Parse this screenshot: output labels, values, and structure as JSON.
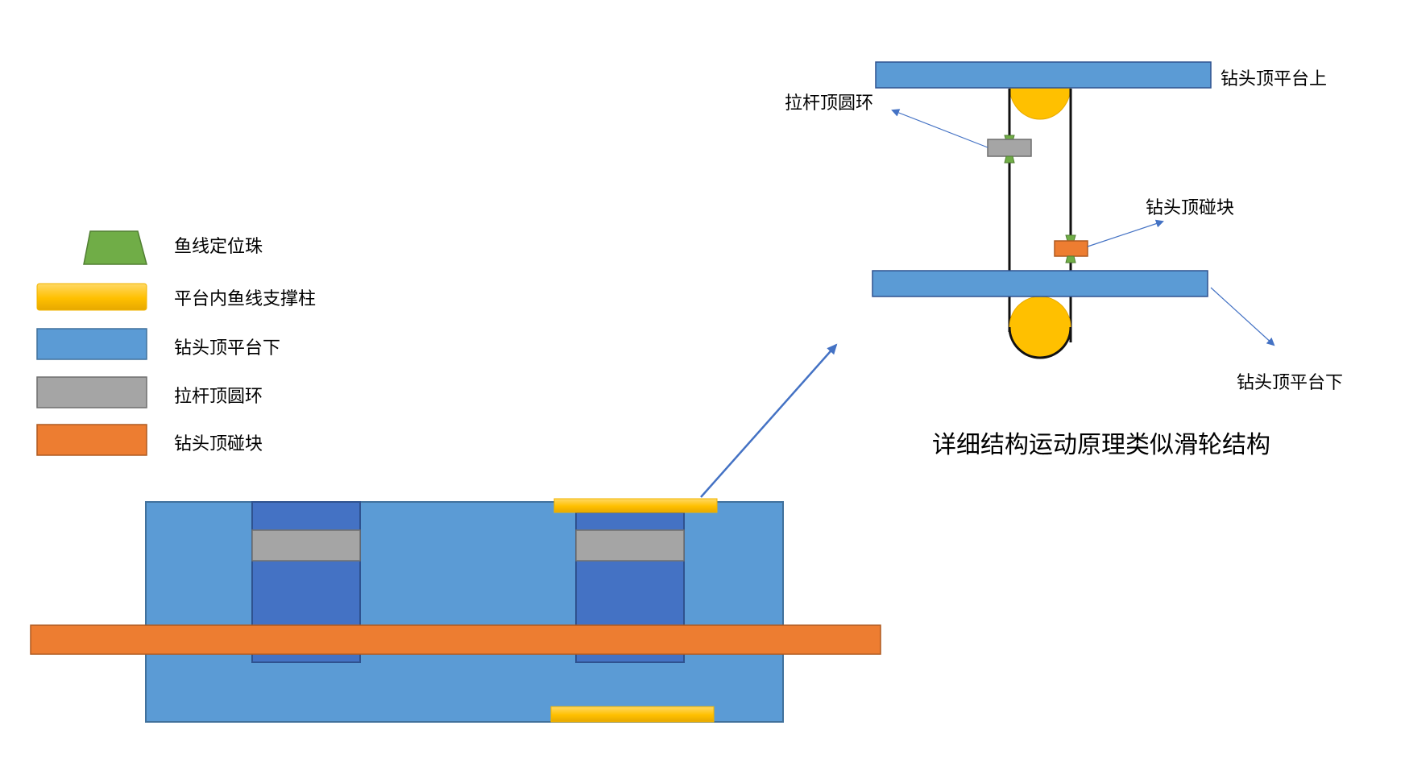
{
  "colors": {
    "platform_blue": "#5b9bd5",
    "platform_border": "#41719c",
    "column_blue": "#4472c4",
    "column_border": "#2f528f",
    "ring_gray": "#a5a5a5",
    "ring_border": "#6f6f6f",
    "block_orange": "#ed7d31",
    "block_border": "#ae5a21",
    "bead_green": "#70ad47",
    "bead_border": "#507e32",
    "support_yellow": "#ffc000",
    "support_yellow_dark": "#e0a800",
    "arrow_blue": "#4472c4",
    "line_dark": "#000000"
  },
  "legend": [
    {
      "swatch": "bead-trapezoid-green",
      "label": "鱼线定位珠"
    },
    {
      "swatch": "bar-yellow",
      "label": "平台内鱼线支撑柱"
    },
    {
      "swatch": "rect-blue",
      "label": "钻头顶平台下"
    },
    {
      "swatch": "rect-gray",
      "label": "拉杆顶圆环"
    },
    {
      "swatch": "rect-orange",
      "label": "钻头顶碰块"
    }
  ],
  "callouts": {
    "top_platform": "钻头顶平台上",
    "pull_ring": "拉杆顶圆环",
    "hit_block": "钻头顶碰块",
    "bottom_platform": "钻头顶平台下"
  },
  "caption": "详细结构运动原理类似滑轮结构"
}
